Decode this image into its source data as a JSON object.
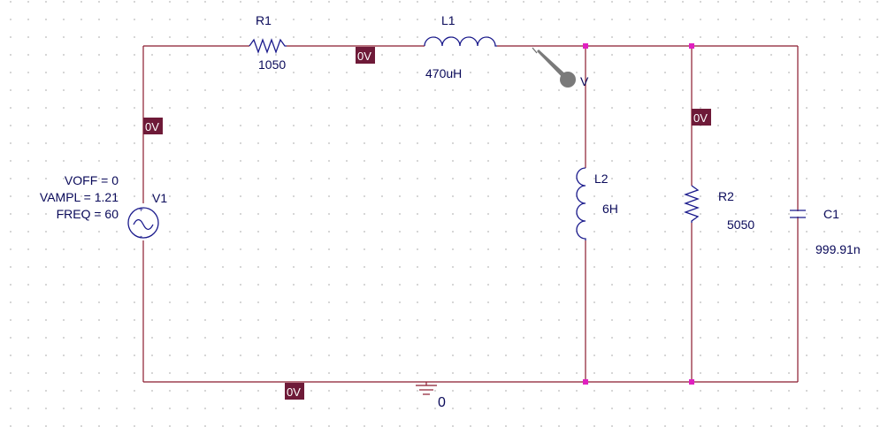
{
  "colors": {
    "wire": "#8b1a2e",
    "component": "#1a1a8c",
    "node_dot": "#e020c0",
    "voltage_marker_bg": "#6e1a38",
    "probe": "#808080"
  },
  "source": {
    "name": "V1",
    "params": [
      "VOFF = 0",
      "VAMPL = 1.21",
      "FREQ = 60"
    ],
    "icon": "sine-source-icon"
  },
  "components": {
    "R1": {
      "name": "R1",
      "value": "1050"
    },
    "L1": {
      "name": "L1",
      "value": "470uH"
    },
    "L2": {
      "name": "L2",
      "value": "6H"
    },
    "R2": {
      "name": "R2",
      "value": "5050"
    },
    "C1": {
      "name": "C1",
      "value": "999.91n"
    }
  },
  "voltage_markers": {
    "left": "0V",
    "top": "0V",
    "right": "0V",
    "bottom": "0V"
  },
  "probe": {
    "label": "V"
  },
  "ground": {
    "label": "0"
  }
}
